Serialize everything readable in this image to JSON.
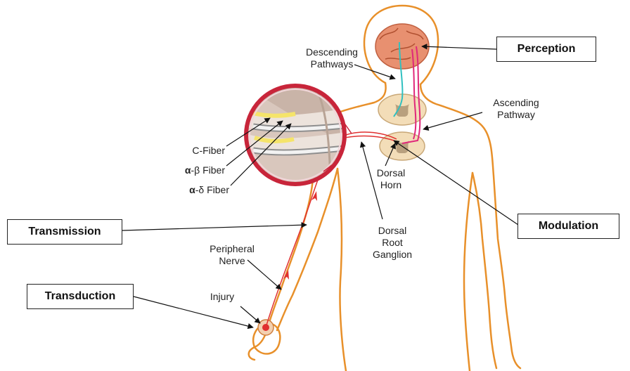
{
  "colors": {
    "outline": "#E8902A",
    "ascending": "#E0287A",
    "descending": "#30C0C0",
    "nerve": "#E03030",
    "spinal": "#F3DDB8",
    "spinal_gray": "#B9A07E",
    "brain": "#E89070",
    "magnifier_ring": "#C8253A"
  },
  "stage_labels": {
    "perception": "Perception",
    "modulation": "Modulation",
    "transmission": "Transmission",
    "transduction": "Transduction"
  },
  "anatomy_labels": {
    "descending_1": "Descending",
    "descending_2": "Pathways",
    "ascending_1": "Ascending",
    "ascending_2": "Pathway",
    "c_fiber": "C-Fiber",
    "alpha_beta_prefix": "α",
    "alpha_beta_rest": "-β Fiber",
    "alpha_delta_prefix": "α",
    "alpha_delta_rest": "-δ Fiber",
    "dorsal_horn_1": "Dorsal",
    "dorsal_horn_2": "Horn",
    "drg_1": "Dorsal",
    "drg_2": "Root",
    "drg_3": "Ganglion",
    "peripheral_1": "Peripheral",
    "peripheral_2": "Nerve",
    "injury": "Injury"
  }
}
